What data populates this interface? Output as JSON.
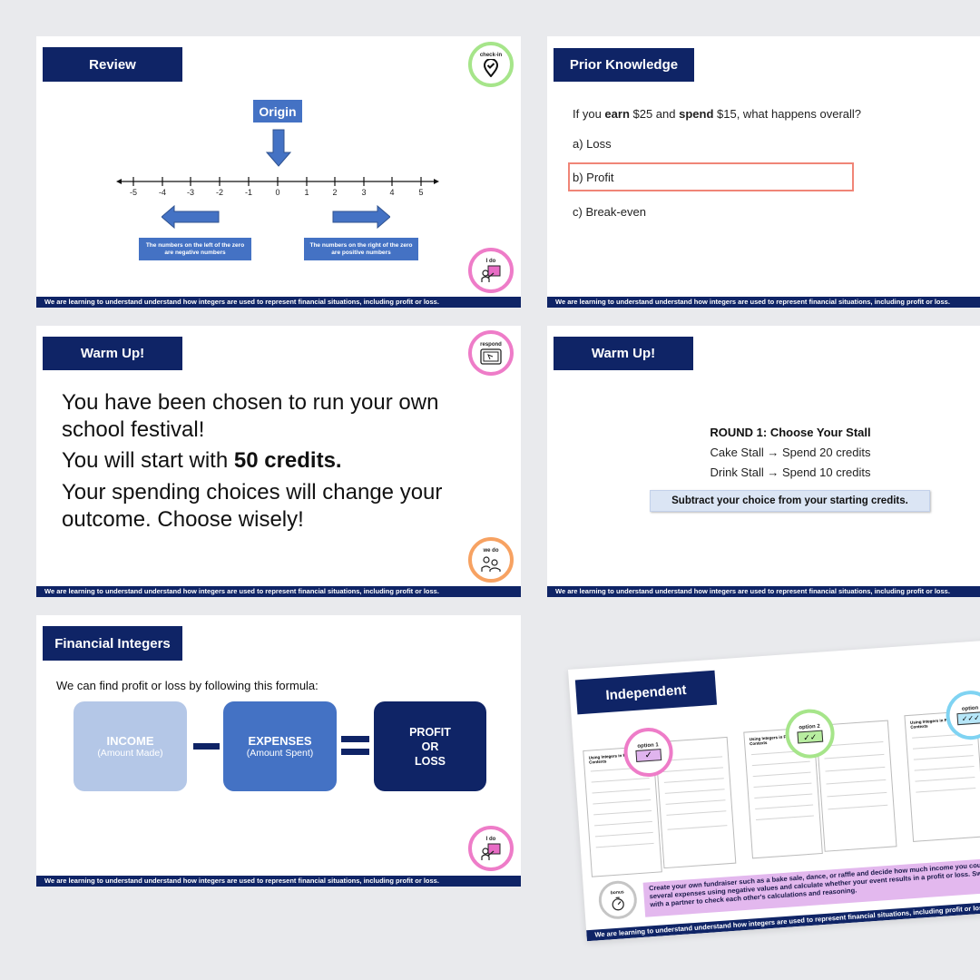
{
  "footer_text": "We are learning to understand understand how integers are used to represent financial situations, including profit or loss.",
  "slide_review": {
    "title": "Review",
    "badge": "check-in",
    "origin_label": "Origin",
    "ticks": [
      "-5",
      "-4",
      "-3",
      "-2",
      "-1",
      "0",
      "1",
      "2",
      "3",
      "4",
      "5"
    ],
    "left_note": "The numbers on the left of the zero are negative numbers",
    "right_note": "The numbers on the right of the zero are positive numbers",
    "badge2": "I do"
  },
  "slide_prior": {
    "title": "Prior Knowledge",
    "question_pre": "If you ",
    "question_b1": "earn",
    "question_mid": " $25 and ",
    "question_b2": "spend",
    "question_post": " $15, what happens overall?",
    "options": [
      "a)  Loss",
      "b)  Profit",
      "c)  Break-even"
    ]
  },
  "slide_warmup1": {
    "title": "Warm Up!",
    "badge": "respond",
    "line1": "You have been chosen to run your own school festival!",
    "line2_pre": "You will start with ",
    "line2_bold": "50 credits.",
    "line3": "Your spending choices will change your outcome. Choose wisely!",
    "badge2": "we do"
  },
  "slide_warmup2": {
    "title": "Warm Up!",
    "round_title": "ROUND 1: Choose Your Stall",
    "option1": "Cake Stall → Spend 20 credits",
    "option2": "Drink Stall → Spend 10 credits",
    "instruction": "Subtract your choice from your starting credits."
  },
  "slide_financial": {
    "title": "Financial Integers",
    "intro": "We can find profit or loss by following this formula:",
    "income": "INCOME",
    "income_sub": "(Amount Made)",
    "expenses": "EXPENSES",
    "expenses_sub": "(Amount Spent)",
    "result_1": "PROFIT",
    "result_2": "OR",
    "result_3": "LOSS",
    "badge": "I do"
  },
  "slide_independent": {
    "title": "Independent",
    "option1": "option 1",
    "option2": "option 2",
    "option3": "option",
    "ws_title": "Using Integers in Financial Contexts",
    "bonus_label": "bonus",
    "bonus_text": "Create your own fundraiser such as a bake sale, dance, or raffle and decide how much income you could earn. List several expenses using negative values and calculate whether your event results in a profit or loss. Swap your work with a partner to check each other's calculations and reasoning."
  },
  "colors": {
    "navy": "#0f2466",
    "blue": "#4472c4",
    "light_blue": "#b4c7e7",
    "highlight_border": "#f08577"
  }
}
